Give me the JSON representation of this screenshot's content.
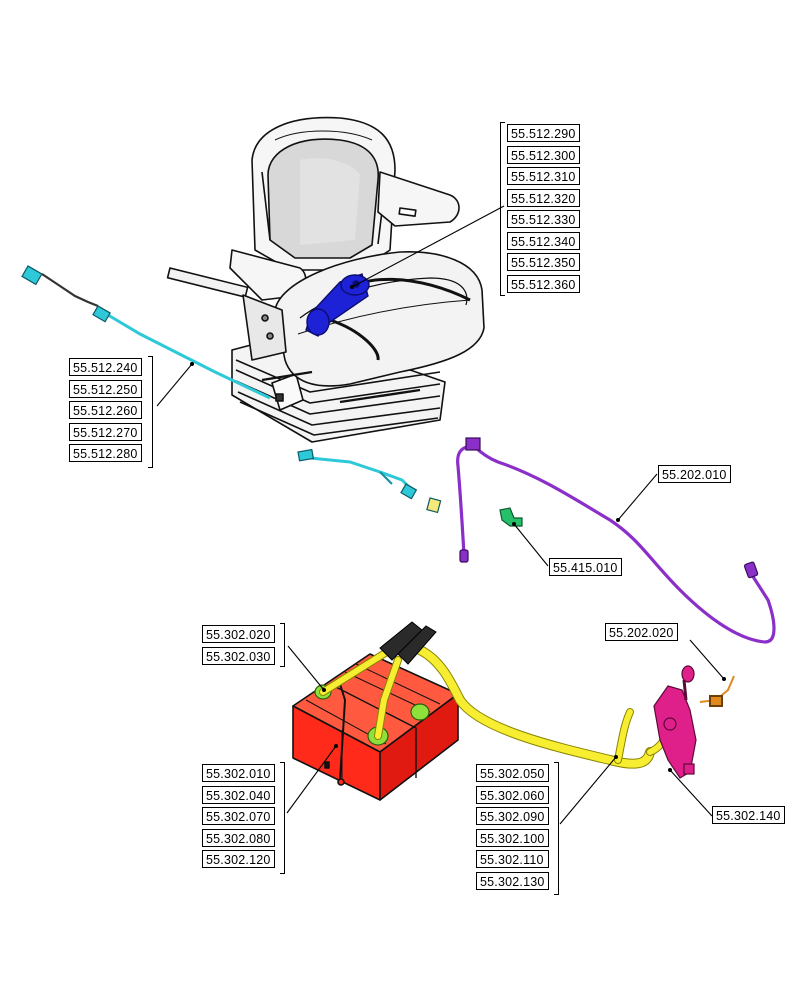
{
  "diagram": {
    "groups": [
      {
        "id": "seat",
        "labels": [
          "55.512.290",
          "55.512.300",
          "55.512.310",
          "55.512.320",
          "55.512.330",
          "55.512.340",
          "55.512.350",
          "55.512.360"
        ]
      },
      {
        "id": "seat-harness",
        "labels": [
          "55.512.240",
          "55.512.250",
          "55.512.260",
          "55.512.270",
          "55.512.280"
        ]
      },
      {
        "id": "main-harness",
        "labels": [
          "55.202.010"
        ]
      },
      {
        "id": "sensor",
        "labels": [
          "55.415.010"
        ]
      },
      {
        "id": "switch-harness",
        "labels": [
          "55.202.020"
        ]
      },
      {
        "id": "battery-clamps",
        "labels": [
          "55.302.020",
          "55.302.030"
        ]
      },
      {
        "id": "batteries",
        "labels": [
          "55.302.010",
          "55.302.040",
          "55.302.070",
          "55.302.080",
          "55.302.120"
        ]
      },
      {
        "id": "battery-cables",
        "labels": [
          "55.302.050",
          "55.302.060",
          "55.302.090",
          "55.302.100",
          "55.302.110",
          "55.302.130"
        ]
      },
      {
        "id": "disconnect-switch",
        "labels": [
          "55.302.140"
        ]
      }
    ],
    "colors": {
      "seat": "#ebebeb",
      "seat_controls": "#1d22d6",
      "seat_harness": "#2ec9d8",
      "main_harness": "#8b2fc9",
      "sensor": "#27c06a",
      "battery": "#ff2a1a",
      "battery_terminals": "#8ee03a",
      "battery_cables": "#f7ee32",
      "cable_sleeves": "#2a2a2a",
      "disconnect_switch": "#e0208a",
      "switch_wire": "#e08a1e"
    }
  }
}
